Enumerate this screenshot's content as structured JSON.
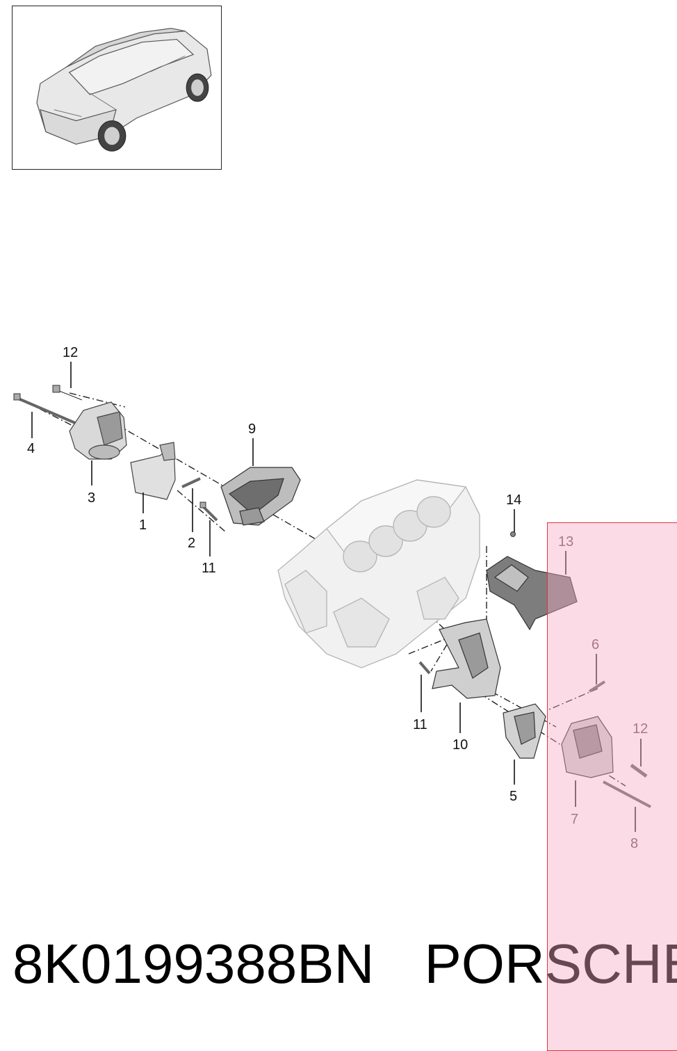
{
  "diagram": {
    "callouts": [
      {
        "id": "12a",
        "label": "12"
      },
      {
        "id": "4",
        "label": "4"
      },
      {
        "id": "3",
        "label": "3"
      },
      {
        "id": "1",
        "label": "1"
      },
      {
        "id": "2",
        "label": "2"
      },
      {
        "id": "11a",
        "label": "11"
      },
      {
        "id": "9",
        "label": "9"
      },
      {
        "id": "14",
        "label": "14"
      },
      {
        "id": "13",
        "label": "13"
      },
      {
        "id": "6",
        "label": "6"
      },
      {
        "id": "12b",
        "label": "12"
      },
      {
        "id": "11b",
        "label": "11"
      },
      {
        "id": "10",
        "label": "10"
      },
      {
        "id": "5",
        "label": "5"
      },
      {
        "id": "7",
        "label": "7"
      },
      {
        "id": "8",
        "label": "8"
      }
    ],
    "highlight_color": "#f5aac3",
    "highlight_border": "#e0323f"
  },
  "footer": {
    "part_number": "8K0199388BN",
    "brand": "PORSCHE"
  }
}
